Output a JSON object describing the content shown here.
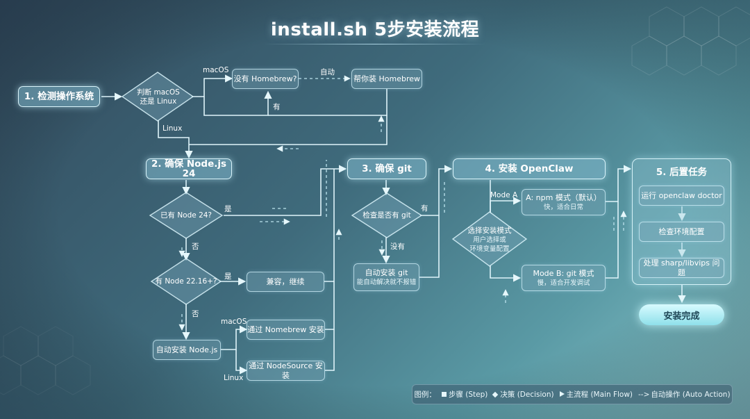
{
  "title": "install.sh 5步安装流程",
  "steps": {
    "s1": "1. 检测操作系统",
    "s2": "2. 确保 Node.js 24",
    "s3": "3. 确保 git",
    "s4": "4. 安装 OpenClaw",
    "s5": "5. 后置任务"
  },
  "step1": {
    "decision_os": [
      "判断 macOS",
      "还是 Linux"
    ],
    "label_macos": "macOS",
    "label_linux": "Linux",
    "box_no_homebrew": "没有 Homebrew?",
    "label_auto": "自动",
    "box_install_homebrew": "帮你装 Homebrew",
    "label_have": "有"
  },
  "step2": {
    "decision_node24": "已有 Node 24?",
    "label_yes1": "是",
    "label_no1": "否",
    "decision_node22": "有 Node 22.16+?",
    "label_yes2": "是",
    "box_compat": "兼容，继续",
    "label_no2": "否",
    "box_auto_node": "自动安装 Node.js",
    "label_macos": "macOS",
    "box_nomebrew": "通过 Nomebrew 安装",
    "label_linux": "Linux",
    "box_nodesource": "通过 NodeSource 安装"
  },
  "step3": {
    "decision_git": "检查是否有 git",
    "label_have": "有",
    "label_none": "没有",
    "box_auto_git_title": "自动安装 git",
    "box_auto_git_sub": "能自动解决就不报错"
  },
  "step4": {
    "decision_mode": [
      "选择安装模式",
      "用户选择或",
      "环境变量配置"
    ],
    "label_mode_a": "Mode A",
    "box_a_title": "A: npm 模式（默认）",
    "box_a_sub": "快，适合日常",
    "box_b_title": "Mode B: git 模式",
    "box_b_sub": "慢，适合开发调试"
  },
  "step5": {
    "items": [
      "运行 openclaw doctor",
      "检查环境配置",
      "处理 sharp/libvips 问题"
    ],
    "done": "安装完成"
  },
  "legend": {
    "prefix": "图例：",
    "step": "步骤 (Step)",
    "decision": "决策 (Decision)",
    "main_flow": "主流程 (Main Flow)",
    "auto_action": "自动操作 (Auto Action)"
  },
  "colors": {
    "line": "#dff4fa",
    "accent": "#bff0ff",
    "done_text": "#1f4656"
  }
}
